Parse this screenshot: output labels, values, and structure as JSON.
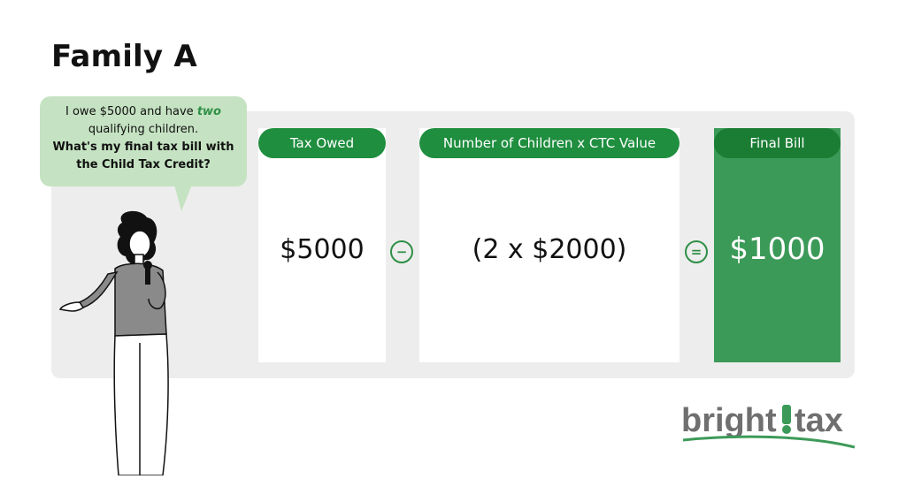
{
  "title": "Family A",
  "bubble": {
    "line1_prefix": "I owe $5000 and have ",
    "line1_emphasis": "two",
    "line2": "qualifying children.",
    "question_line1": "What's my final tax bill with",
    "question_line2": "the Child Tax Credit?"
  },
  "cards": {
    "tax_owed": {
      "header": "Tax Owed",
      "value": "$5000"
    },
    "children_ctc": {
      "header": "Number of Children x CTC Value",
      "value": "(2 x $2000)"
    },
    "final_bill": {
      "header": "Final Bill",
      "value": "$1000"
    }
  },
  "operators": {
    "minus": "−",
    "equals": "="
  },
  "logo": {
    "text": "bright!tax"
  },
  "colors": {
    "panel": "#ededed",
    "bubble": "#c5e3c2",
    "header_green": "#1f8e3f",
    "final_card": "#3c9a58",
    "accent_green": "#2f8f46",
    "logo_gray": "#6f6f6f"
  }
}
